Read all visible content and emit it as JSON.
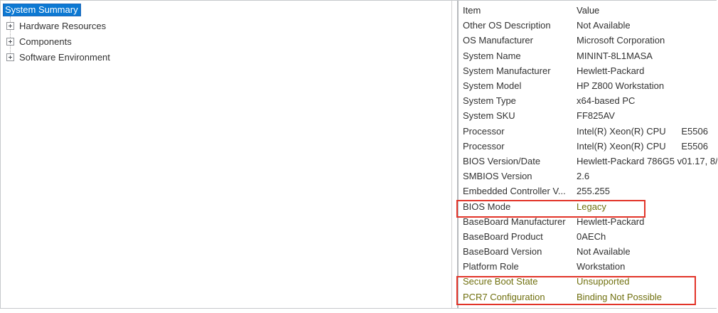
{
  "tree": {
    "items": [
      {
        "label": "System Summary",
        "selected": true,
        "expandable": false
      },
      {
        "label": "Hardware Resources",
        "selected": false,
        "expandable": true
      },
      {
        "label": "Components",
        "selected": false,
        "expandable": true
      },
      {
        "label": "Software Environment",
        "selected": false,
        "expandable": true
      }
    ]
  },
  "list": {
    "columns": {
      "item": "Item",
      "value": "Value"
    },
    "rows": [
      {
        "item": "Other OS Description",
        "value": "Not Available",
        "highlight": "none"
      },
      {
        "item": "OS Manufacturer",
        "value": "Microsoft Corporation",
        "highlight": "none"
      },
      {
        "item": "System Name",
        "value": "MININT-8L1MASA",
        "highlight": "none"
      },
      {
        "item": "System Manufacturer",
        "value": "Hewlett-Packard",
        "highlight": "none"
      },
      {
        "item": "System Model",
        "value": "HP Z800 Workstation",
        "highlight": "none"
      },
      {
        "item": "System Type",
        "value": "x64-based PC",
        "highlight": "none"
      },
      {
        "item": "System SKU",
        "value": "FF825AV",
        "highlight": "none"
      },
      {
        "item": "Processor",
        "value": "Intel(R) Xeon(R) CPU      E5506",
        "highlight": "none"
      },
      {
        "item": "Processor",
        "value": "Intel(R) Xeon(R) CPU      E5506",
        "highlight": "none"
      },
      {
        "item": "BIOS Version/Date",
        "value": "Hewlett-Packard 786G5 v01.17, 8/",
        "highlight": "none"
      },
      {
        "item": "SMBIOS Version",
        "value": "2.6",
        "highlight": "none"
      },
      {
        "item": "Embedded Controller V...",
        "value": "255.255",
        "highlight": "none"
      },
      {
        "item": "BIOS Mode",
        "value": "Legacy",
        "highlight": "value"
      },
      {
        "item": "BaseBoard Manufacturer",
        "value": "Hewlett-Packard",
        "highlight": "none"
      },
      {
        "item": "BaseBoard Product",
        "value": "0AECh",
        "highlight": "none"
      },
      {
        "item": "BaseBoard Version",
        "value": "Not Available",
        "highlight": "none"
      },
      {
        "item": "Platform Role",
        "value": "Workstation",
        "highlight": "none"
      },
      {
        "item": "Secure Boot State",
        "value": "Unsupported",
        "highlight": "row"
      },
      {
        "item": "PCR7 Configuration",
        "value": "Binding Not Possible",
        "highlight": "row"
      }
    ]
  },
  "annotations": {
    "box_color": "#e23429",
    "highlight_text_color": "#70700f",
    "boxes": [
      "bios-mode",
      "secure-boot-pcr7"
    ]
  },
  "colors": {
    "selection_blue": "#0c79d3",
    "text": "#323232"
  }
}
